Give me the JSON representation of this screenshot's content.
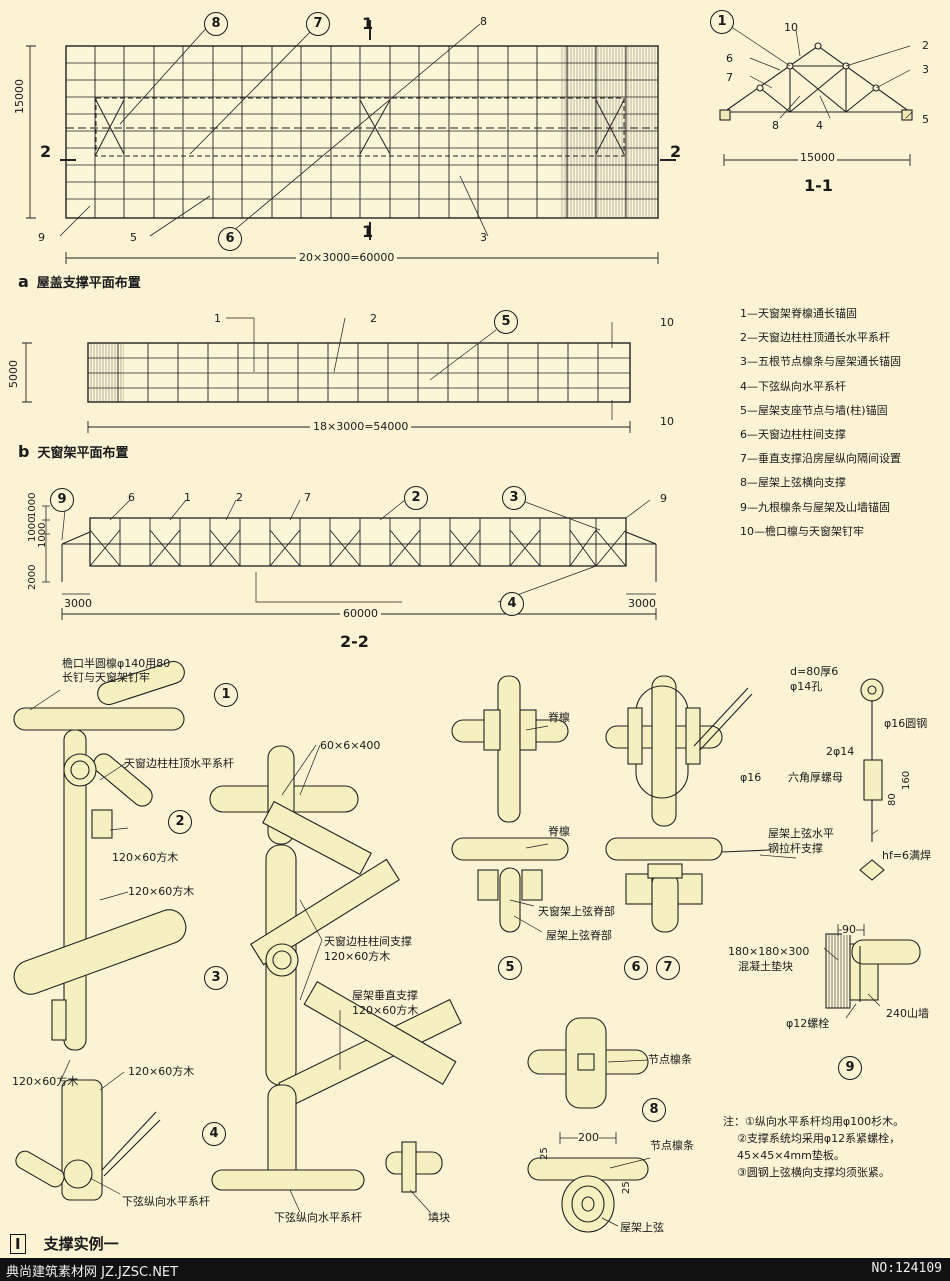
{
  "diagram_a": {
    "caption_letter": "a",
    "caption": "屋盖支撑平面布置",
    "dim_span": "15000",
    "dim_length": "20×3000=60000",
    "section_mark_1": "1",
    "section_mark_2": "2",
    "callouts": [
      "8",
      "7",
      "8",
      "9",
      "5",
      "6",
      "3"
    ]
  },
  "diagram_11": {
    "title": "1-1",
    "dim_span": "15000",
    "callouts": [
      "1",
      "10",
      "6",
      "7",
      "8",
      "4",
      "2",
      "3",
      "5"
    ]
  },
  "diagram_b": {
    "caption_letter": "b",
    "caption": "天窗架平面布置",
    "dim_span": "5000",
    "dim_length": "18×3000=54000",
    "callouts": [
      "1",
      "2",
      "5",
      "10",
      "10"
    ]
  },
  "diagram_22": {
    "title": "2-2",
    "dims_left": [
      "1000",
      "1000",
      "1000",
      "2000"
    ],
    "dim_left_end": "3000",
    "dim_right_end": "3000",
    "dim_length": "60000",
    "callouts": [
      "9",
      "6",
      "1",
      "2",
      "7",
      "2",
      "3",
      "9",
      "4"
    ]
  },
  "legend": [
    "1—天窗架脊檩通长锚固",
    "2—天窗边柱柱顶通长水平系杆",
    "3—五根节点檩条与屋架通长锚固",
    "4—下弦纵向水平系杆",
    "5—屋架支座节点与墙(柱)锚固",
    "6—天窗边柱柱间支撑",
    "7—垂直支撑沿房屋纵向隔间设置",
    "8—屋架上弦横向支撑",
    "9—九根檩条与屋架及山墙锚固",
    "10—檐口檩与天窗架钉牢"
  ],
  "details": {
    "eave_purlin": "檐口半圆檩φ140用80",
    "eave_purlin_2": "长钉与天窗架钉牢",
    "tie_top": "天窗边柱柱顶水平系杆",
    "timber_1": "120×60方木",
    "timber_2": "120×60方木",
    "timber_3": "120×60方木",
    "timber_4": "120×60方木",
    "bottom_tie_1": "下弦纵向水平系杆",
    "plate": "60×6×400",
    "col_bracing": "天窗边柱柱间支撑",
    "col_bracing_size": "120×60方木",
    "vert_bracing": "屋架垂直支撑",
    "vert_bracing_size": "120×60方木",
    "bottom_tie_2": "下弦纵向水平系杆",
    "filler": "填块",
    "ridge_purlin_1": "脊檩",
    "ridge_purlin_2": "脊檩",
    "rod_16": "φ16",
    "top_chord_tie": "屋架上弦水平",
    "top_chord_tie_2": "钢拉杆支撑",
    "window_top_chord": "天窗架上弦脊部",
    "truss_top_chord": "屋架上弦脊部",
    "node_purlin_1": "节点檩条",
    "node_purlin_2": "节点檩条",
    "dim_200": "200",
    "dim_25a": "25",
    "dim_25b": "25",
    "truss_top": "屋架上弦",
    "d80": "d=80厚6",
    "hole14": "φ14孔",
    "round_steel": "φ16圆钢",
    "bolt2": "2φ14",
    "nut": "六角厚螺母",
    "dim_160": "160",
    "dim_80": "80",
    "weld": "hf=6满焊",
    "dim_90": "90",
    "pad": "180×180×300",
    "pad_2": "混凝土垫块",
    "bolt12": "φ12螺栓",
    "wall240": "240山墙"
  },
  "detail_numbers": [
    "1",
    "2",
    "3",
    "4",
    "5",
    "6",
    "7",
    "8",
    "9"
  ],
  "notes": "注：①纵向水平系杆均用φ100杉木。\n    ②支撑系统均采用φ12系紧螺栓，\n    45×45×4mm垫板。\n    ③圆钢上弦横向支撑均须张紧。",
  "bottom_title_box": "I",
  "bottom_title": "支撑实例一",
  "footer_left": "典尚建筑素材网 JZ.JZSC.NET",
  "footer_right": "NO:124109",
  "colors": {
    "paper": "#fbf3d4",
    "ink": "#1a1a1a",
    "timber": "#f6efbf",
    "footer": "#111111"
  }
}
